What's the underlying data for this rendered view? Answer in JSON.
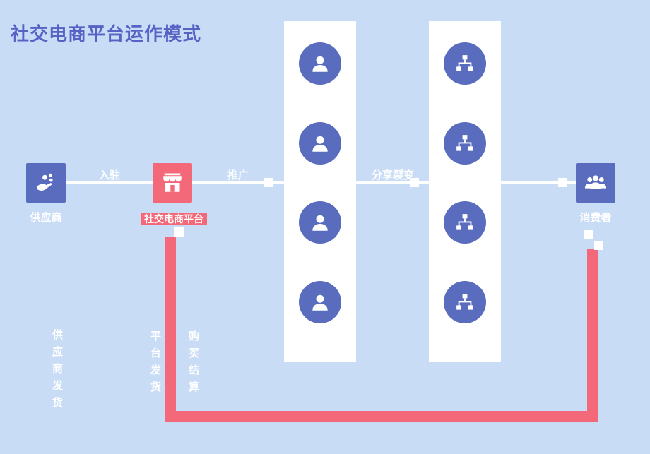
{
  "title": "社交电商平台运作模式",
  "colors": {
    "background": "#c9dcf6",
    "blue": "#5a6cbe",
    "red": "#f4697a",
    "white": "#ffffff",
    "title": "#5663c5"
  },
  "nodes": {
    "supplier": {
      "label": "供应商",
      "icon": "supply-hand-icon"
    },
    "platform": {
      "label": "社交电商平台",
      "icon": "storefront-icon"
    },
    "consumer": {
      "label": "消费者",
      "icon": "people-group-icon"
    }
  },
  "edges": {
    "join": "入驻",
    "promote": "推广",
    "fission": "分享裂变"
  },
  "returns": {
    "supplier_ship": "供应商发货",
    "platform_ship": "平台发货",
    "purchase": "购买结算"
  },
  "columns": {
    "promoters": {
      "icon": "user-icon",
      "count": 4
    },
    "groups": {
      "icon": "network-icon",
      "count": 4
    }
  }
}
